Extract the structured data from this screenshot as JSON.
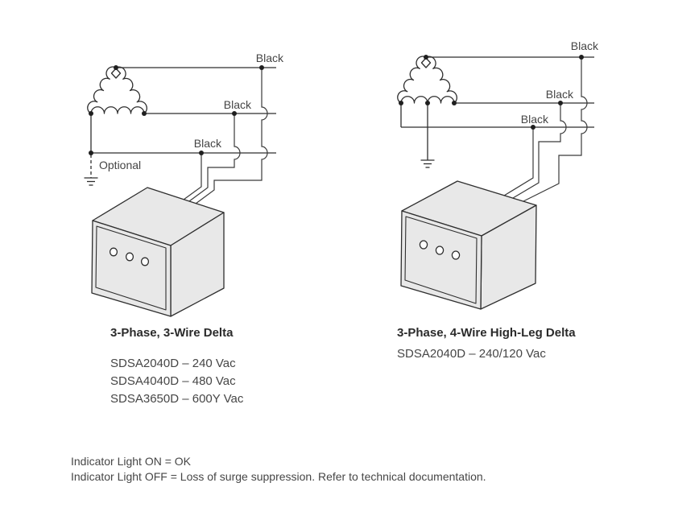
{
  "left_diagram": {
    "wire_labels": [
      "Black",
      "Black",
      "Black"
    ],
    "optional_label": "Optional",
    "title": "3-Phase, 3-Wire Delta",
    "models": [
      "SDSA2040D – 240 Vac",
      "SDSA4040D – 480 Vac",
      "SDSA3650D – 600Y Vac"
    ]
  },
  "right_diagram": {
    "wire_labels": [
      "Black",
      "Black",
      "Black"
    ],
    "title": "3-Phase, 4-Wire High-Leg Delta",
    "models": [
      "SDSA2040D – 240/120 Vac"
    ]
  },
  "notes": {
    "line1": "Indicator Light ON = OK",
    "line2": "Indicator Light OFF = Loss of surge suppression. Refer to technical documentation."
  },
  "colors": {
    "line": "#2e2e2e",
    "box_fill": "#e8e8e8",
    "text": "#464646"
  }
}
